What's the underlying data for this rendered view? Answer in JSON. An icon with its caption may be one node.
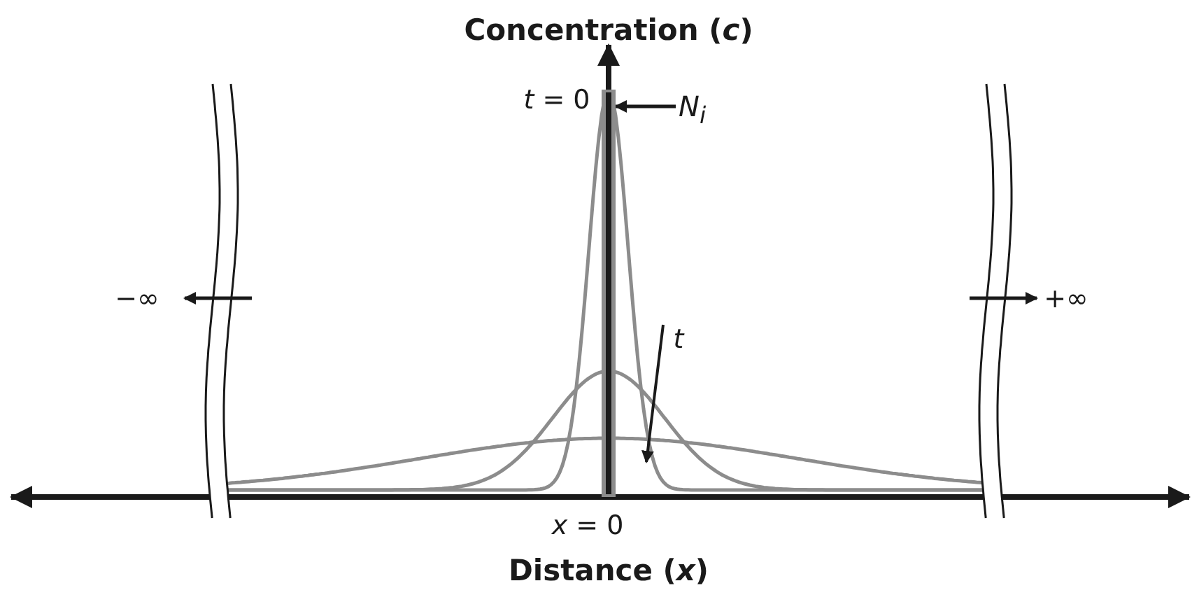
{
  "diagram": {
    "nodes": [
      {
        "text": [
          "N$_{i}$"
        ]
      },
      {
        "text": [],
        "shape": "bar"
      }
    ],
    "edges": [
      {
        "from": 0,
        "to": 1,
        "arrow": "to"
      }
    ],
    "labels": [
      "Concentration (*c*)",
      "*t* = 0",
      "−∞",
      "+∞",
      "t",
      "*x* = 0",
      "Distance (*x*)"
    ]
  }
}
